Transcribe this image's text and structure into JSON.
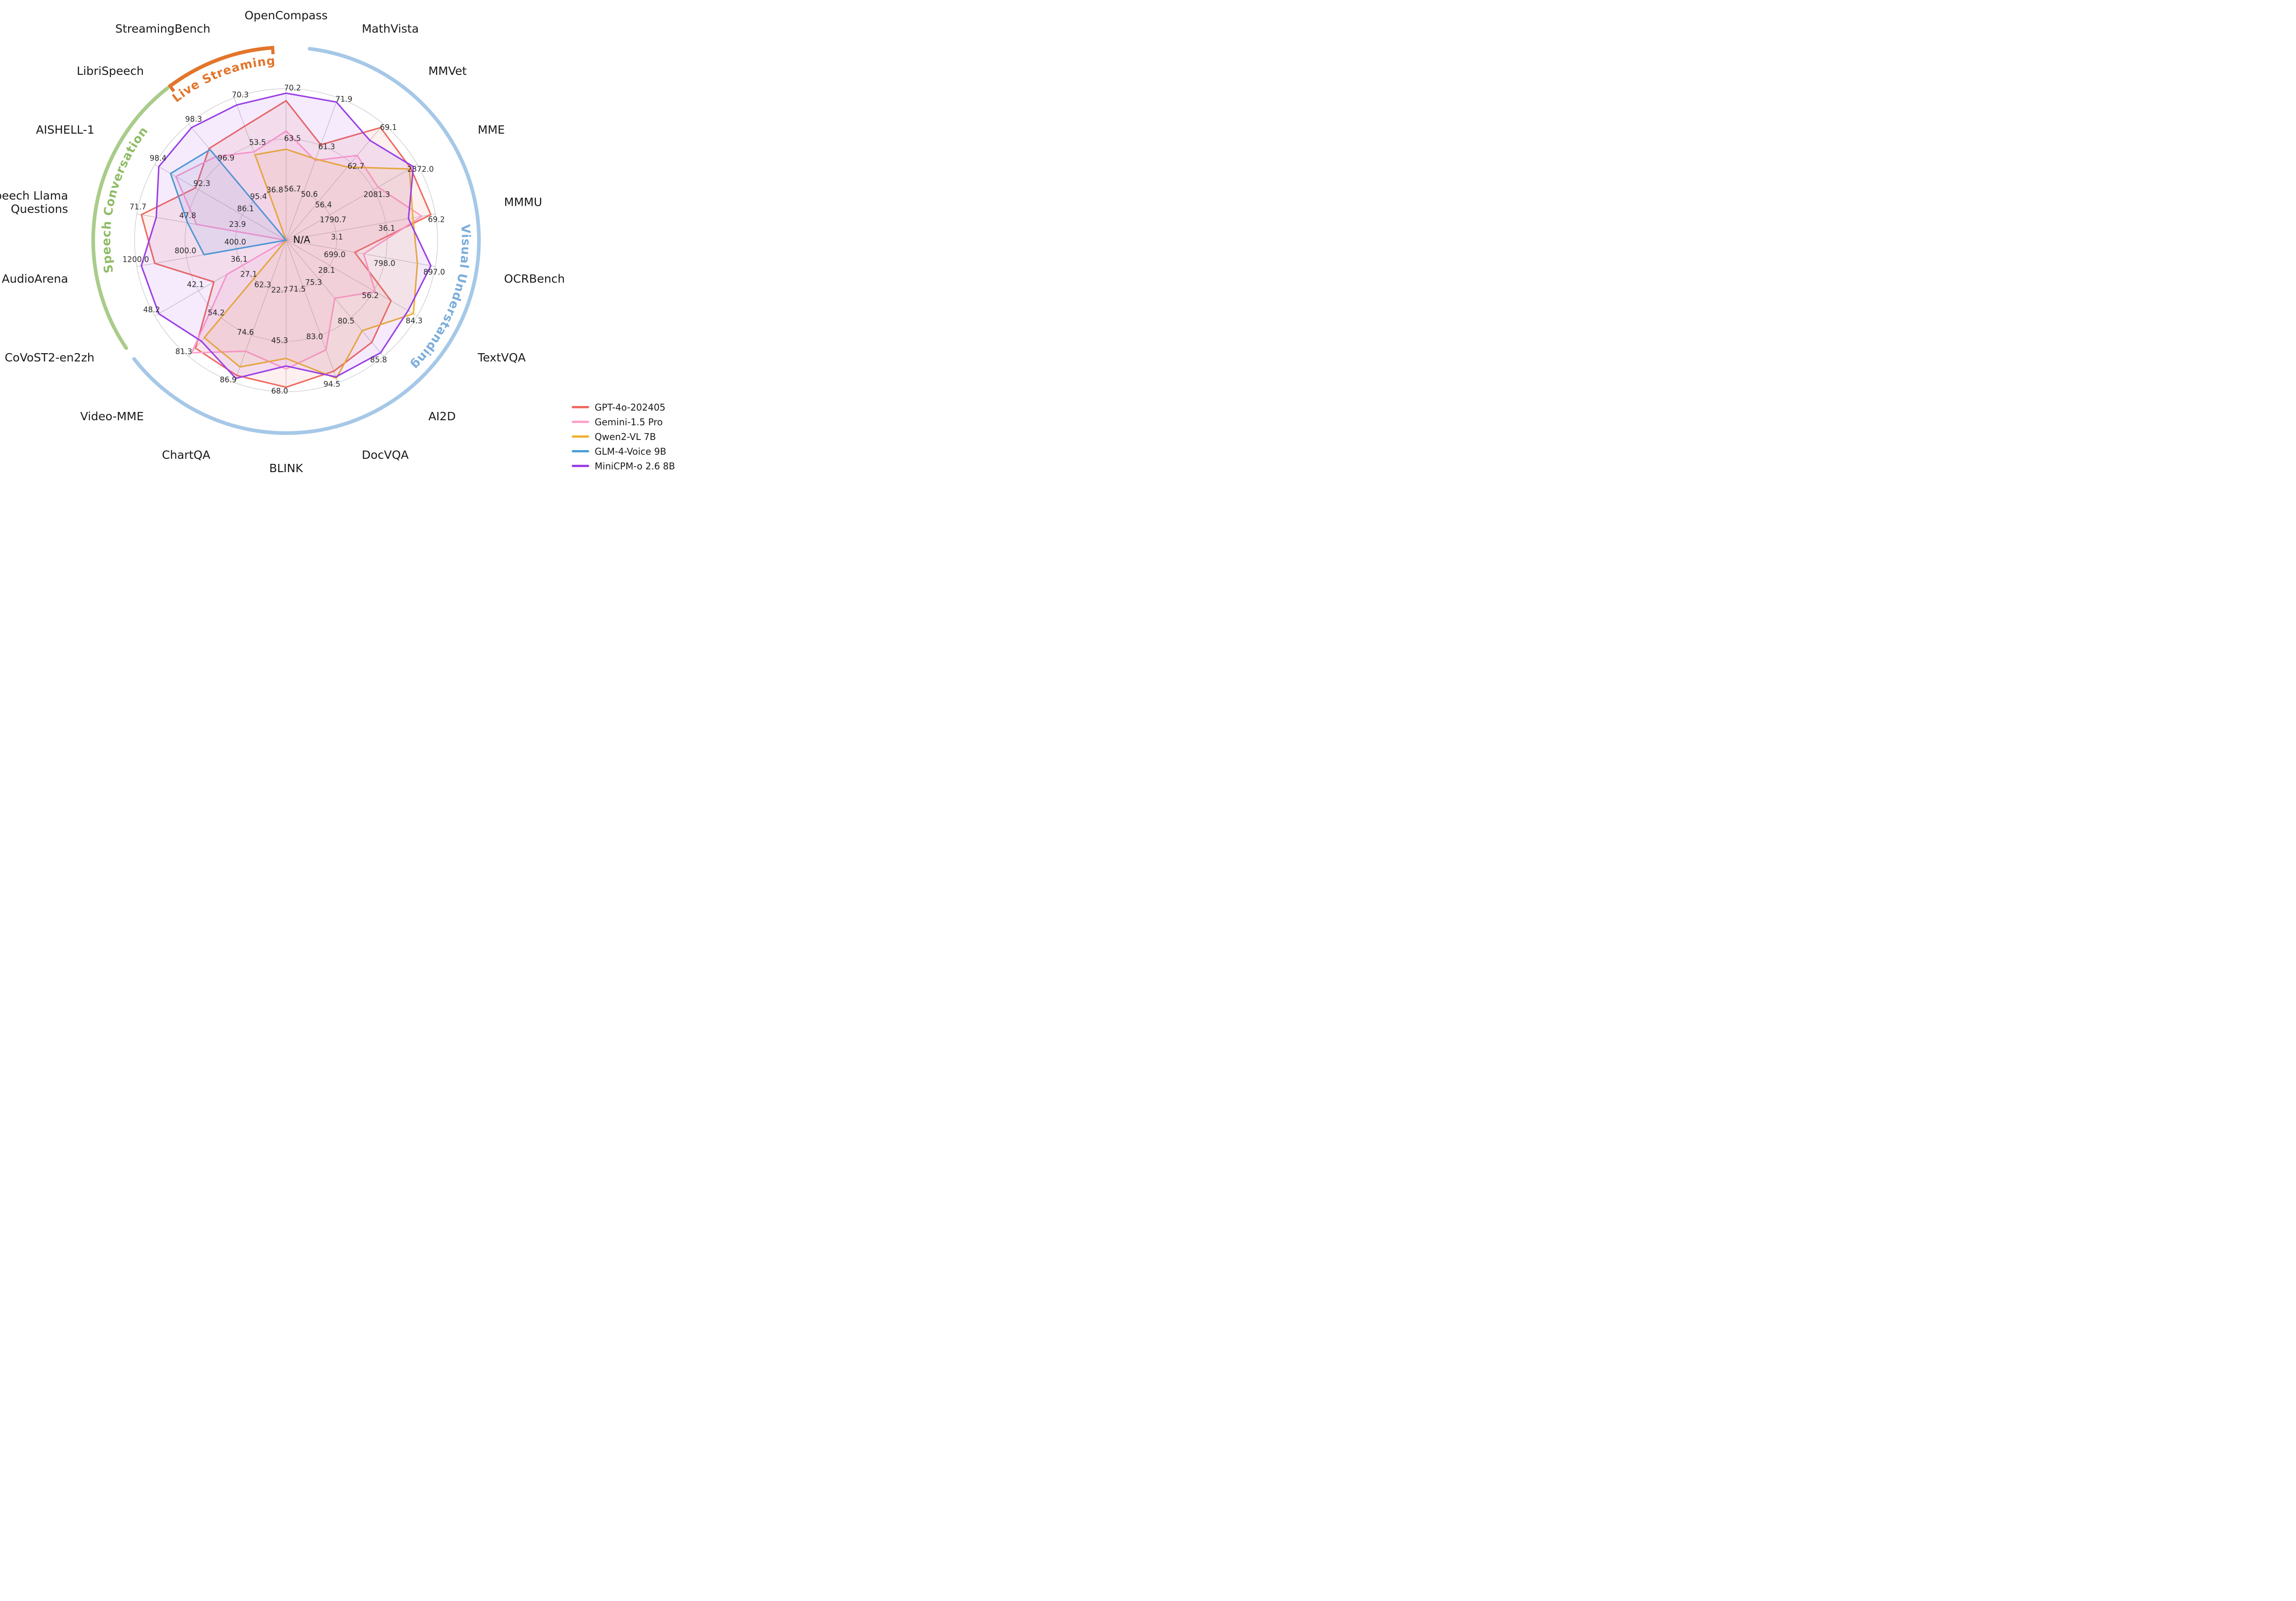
{
  "chart_data": {
    "type": "radar",
    "center_label": "N/A",
    "tick_rings": [
      1.0,
      0.6667,
      0.3333
    ],
    "axes": [
      {
        "label": "OpenCompass",
        "group": null,
        "ticks": [
          "70.2",
          "63.5",
          "56.7"
        ]
      },
      {
        "label": "MathVista",
        "group": "Visual Understanding",
        "ticks": [
          "71.9",
          "61.3",
          "50.6"
        ]
      },
      {
        "label": "MMVet",
        "group": "Visual Understanding",
        "ticks": [
          "69.1",
          "62.7",
          "56.4"
        ]
      },
      {
        "label": "MME",
        "group": "Visual Understanding",
        "ticks": [
          "2372.0",
          "2081.3",
          "1790.7"
        ]
      },
      {
        "label": "MMMU",
        "group": "Visual Understanding",
        "ticks": [
          "69.2",
          "36.1",
          "3.1"
        ]
      },
      {
        "label": "OCRBench",
        "group": "Visual Understanding",
        "ticks": [
          "897.0",
          "798.0",
          "699.0"
        ]
      },
      {
        "label": "TextVQA",
        "group": "Visual Understanding",
        "ticks": [
          "84.3",
          "56.2",
          "28.1"
        ]
      },
      {
        "label": "AI2D",
        "group": "Visual Understanding",
        "ticks": [
          "85.8",
          "80.5",
          "75.3"
        ]
      },
      {
        "label": "DocVQA",
        "group": "Visual Understanding",
        "ticks": [
          "94.5",
          "83.0",
          "71.5"
        ]
      },
      {
        "label": "BLINK",
        "group": "Visual Understanding",
        "ticks": [
          "68.0",
          "45.3",
          "22.7"
        ]
      },
      {
        "label": "ChartQA",
        "group": "Visual Understanding",
        "ticks": [
          "86.9",
          "74.6",
          "62.3"
        ]
      },
      {
        "label": "Video-MME",
        "group": "Visual Understanding",
        "ticks": [
          "81.3",
          "54.2",
          "27.1"
        ]
      },
      {
        "label": "CoVoST2-en2zh",
        "group": "Speech Conversation",
        "ticks": [
          "48.2",
          "42.1",
          "36.1"
        ]
      },
      {
        "label": "AudioArena",
        "group": "Speech Conversation",
        "ticks": [
          "1200.0",
          "800.0",
          "400.0"
        ]
      },
      {
        "label": "Speech Llama\nQuestions",
        "group": "Speech Conversation",
        "ticks": [
          "71.7",
          "47.8",
          "23.9"
        ]
      },
      {
        "label": "AISHELL-1",
        "group": "Speech Conversation",
        "ticks": [
          "98.4",
          "92.3",
          "86.1"
        ]
      },
      {
        "label": "LibriSpeech",
        "group": "Speech Conversation",
        "ticks": [
          "98.3",
          "96.9",
          "95.4"
        ]
      },
      {
        "label": "StreamingBench",
        "group": "Live Streaming",
        "ticks": [
          "70.3",
          "53.5",
          "36.8"
        ]
      }
    ],
    "groups": [
      {
        "label": "Visual Understanding",
        "color": "#a6c8e8",
        "text_color": "#7badda",
        "start_deg": 7,
        "end_deg": 232,
        "text_start": 80,
        "text_end": 140,
        "bracket_ends": false
      },
      {
        "label": "Speech Conversation",
        "color": "#a9cc8a",
        "text_color": "#8fbc66",
        "start_deg": 236,
        "end_deg": 322,
        "text_start": 254,
        "text_end": 314,
        "bracket_ends": false
      },
      {
        "label": "Live Streaming",
        "color": "#e2752b",
        "text_color": "#e2752b",
        "start_deg": 323,
        "end_deg": 356,
        "text_start": 318,
        "text_end": 360,
        "bracket_ends": true
      }
    ],
    "series": [
      {
        "name": "GPT-4o-202405",
        "color": "#ee6a5f",
        "values_norm": [
          0.92,
          0.67,
          0.97,
          0.95,
          0.97,
          0.46,
          0.8,
          0.88,
          0.92,
          0.97,
          0.95,
          0.93,
          0.55,
          0.88,
          0.97,
          0.69,
          0.79,
          0.8
        ]
      },
      {
        "name": "Gemini-1.5 Pro",
        "color": "#ff9fcc",
        "values_norm": [
          0.72,
          0.56,
          0.73,
          0.7,
          0.91,
          0.52,
          0.68,
          0.5,
          0.77,
          0.85,
          0.78,
          0.97,
          0.45,
          null,
          0.6,
          0.84,
          0.72,
          0.62
        ]
      },
      {
        "name": "Qwen2-VL 7B",
        "color": "#eeb22f",
        "values_norm": [
          0.6,
          0.57,
          0.63,
          0.94,
          0.85,
          0.88,
          0.97,
          0.78,
          0.97,
          0.78,
          0.89,
          0.84,
          null,
          null,
          null,
          null,
          null,
          0.6
        ]
      },
      {
        "name": "GLM-4-Voice 9B",
        "color": "#4aa0d5",
        "values_norm": [
          null,
          null,
          null,
          null,
          null,
          null,
          null,
          null,
          null,
          null,
          null,
          null,
          null,
          0.55,
          0.66,
          0.88,
          0.78,
          null
        ]
      },
      {
        "name": "MiniCPM-o 2.6 8B",
        "color": "#9b3fe6",
        "values_norm": [
          0.97,
          0.97,
          0.86,
          0.97,
          0.82,
          0.97,
          0.93,
          0.97,
          0.96,
          0.83,
          0.97,
          0.87,
          0.97,
          0.97,
          0.87,
          0.97,
          0.97,
          0.95
        ]
      }
    ],
    "legend_position": "bottom-right",
    "grid": true
  }
}
